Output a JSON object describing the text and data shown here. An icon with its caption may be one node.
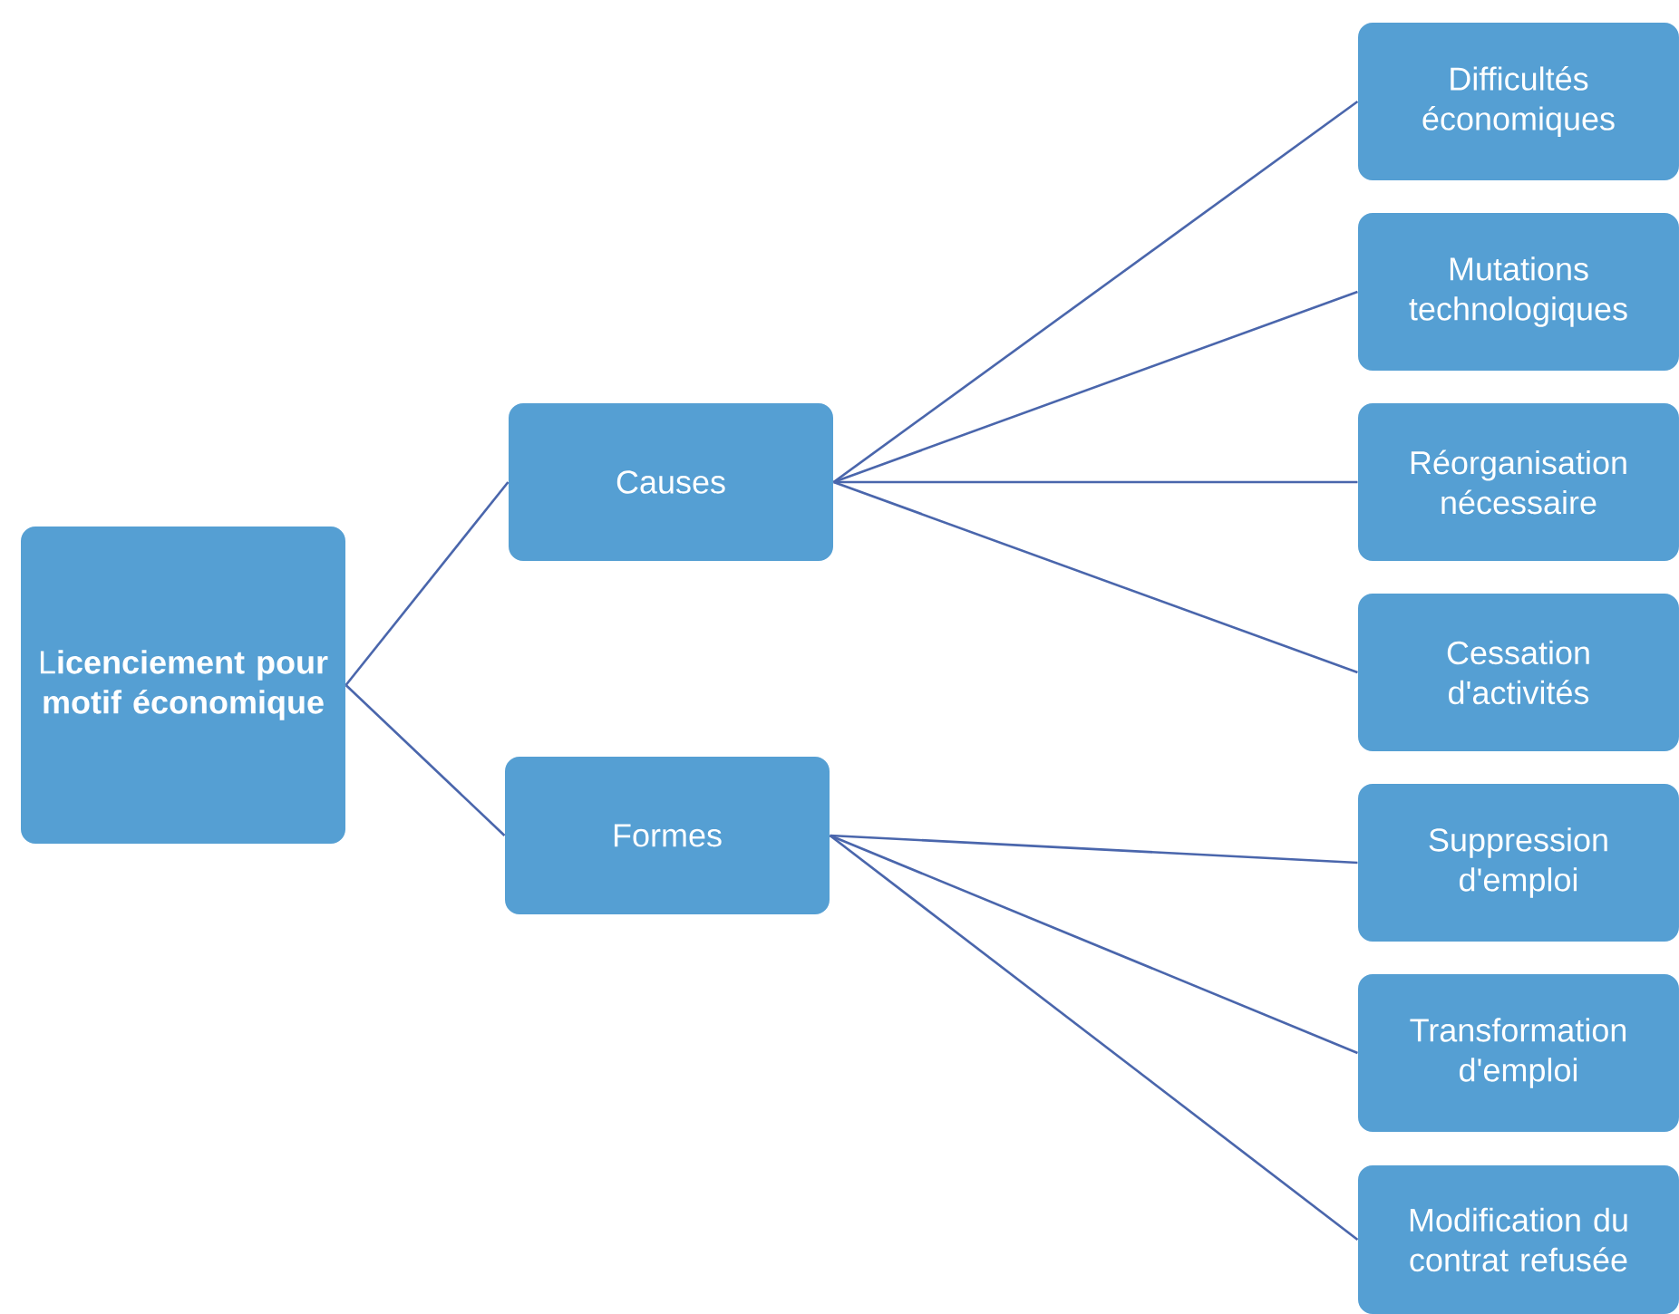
{
  "diagram": {
    "nodes": [
      {
        "text": [
          "L**icenciement pour motif économique**"
        ]
      },
      {
        "text": [
          "Causes"
        ]
      },
      {
        "text": [
          "Formes"
        ]
      },
      {
        "text": [
          "Difficultés économiques"
        ]
      },
      {
        "text": [
          "Mutations technologiques"
        ]
      },
      {
        "text": [
          "Réorganisation nécessaire"
        ]
      },
      {
        "text": [
          "Cessation d'activités"
        ]
      },
      {
        "text": [
          "Suppression d'emploi"
        ]
      },
      {
        "text": [
          "Transformation d'emploi"
        ]
      },
      {
        "text": [
          "Modification du contrat refusée"
        ]
      }
    ],
    "edges": [
      {
        "from": 0,
        "to": 1,
        "arrow": "none"
      },
      {
        "from": 0,
        "to": 2,
        "arrow": "none"
      },
      {
        "from": 1,
        "to": 3,
        "arrow": "none"
      },
      {
        "from": 1,
        "to": 4,
        "arrow": "none"
      },
      {
        "from": 1,
        "to": 5,
        "arrow": "none"
      },
      {
        "from": 1,
        "to": 6,
        "arrow": "none"
      },
      {
        "from": 2,
        "to": 7,
        "arrow": "none"
      },
      {
        "from": 2,
        "to": 8,
        "arrow": "none"
      },
      {
        "from": 2,
        "to": 9,
        "arrow": "none"
      }
    ]
  }
}
